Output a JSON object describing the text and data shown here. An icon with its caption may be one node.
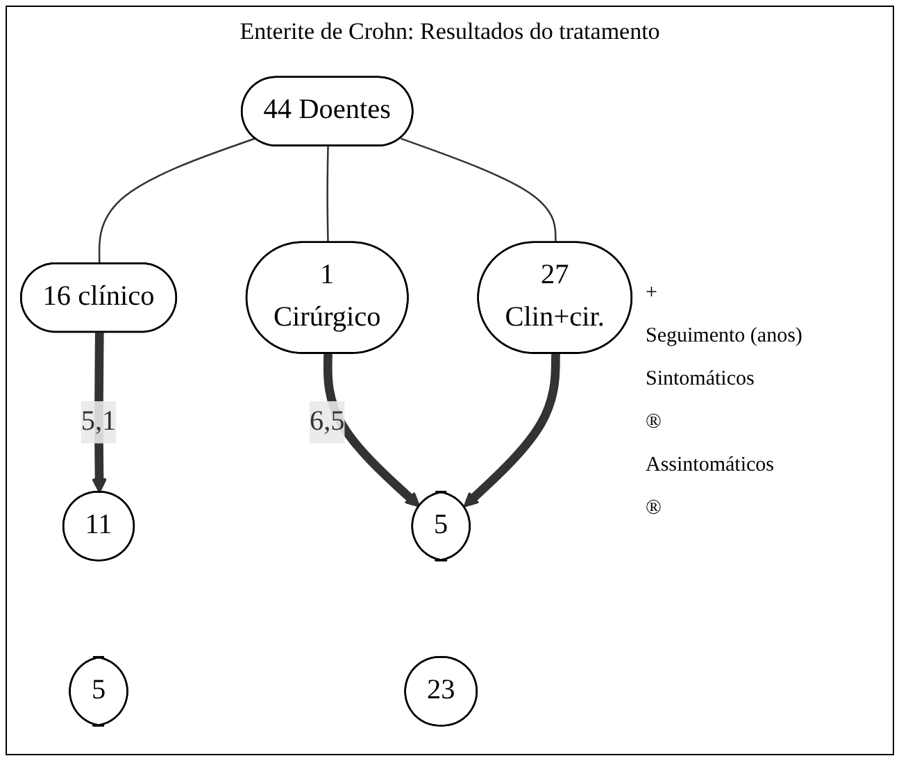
{
  "diagram": {
    "title": "Enterite de Crohn: Resultados do tratamento",
    "nodes": [
      {
        "text": [
          "44 Doentes"
        ]
      },
      {
        "text": [
          "16 clínico"
        ]
      },
      {
        "text": [
          "1",
          "Cirúrgico"
        ]
      },
      {
        "text": [
          "27",
          "Clin+cir."
        ]
      },
      {
        "text": [
          "11"
        ]
      },
      {
        "text": [
          "5"
        ]
      },
      {
        "text": [
          "5"
        ]
      },
      {
        "text": [
          "23"
        ]
      }
    ],
    "edges": [
      {
        "from": 0,
        "to": 1,
        "arrow": "none"
      },
      {
        "from": 0,
        "to": 2,
        "arrow": "none"
      },
      {
        "from": 0,
        "to": 3,
        "arrow": "none"
      },
      {
        "from": 1,
        "to": 4,
        "arrow": "to",
        "label": "5,1",
        "style": "thick"
      },
      {
        "from": 2,
        "to": 5,
        "arrow": "to",
        "label": "6,5",
        "style": "thick"
      },
      {
        "from": 3,
        "to": 5,
        "arrow": "to",
        "style": "thick"
      }
    ],
    "labels": [
      "+",
      "Seguimento (anos)",
      "Sintomáticos",
      "®",
      "Assintomáticos",
      "®"
    ]
  }
}
